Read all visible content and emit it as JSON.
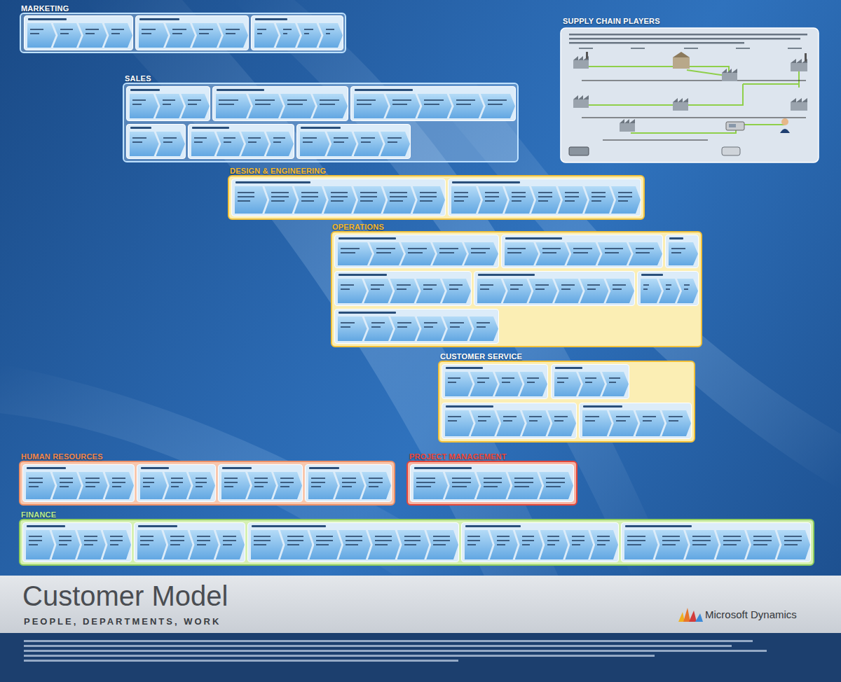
{
  "diagram": {
    "title": "Customer Model",
    "caption": "PEOPLE, DEPARTMENTS, WORK",
    "nodes": [
      {
        "text": [
          "MARKETING"
        ]
      },
      {
        "text": [
          "SALES"
        ]
      },
      {
        "text": [
          "DESIGN & ENGINEERING"
        ]
      },
      {
        "text": [
          "OPERATIONS"
        ]
      },
      {
        "text": [
          "CUSTOMER SERVICE"
        ]
      },
      {
        "text": [
          "HUMAN RESOURCES"
        ]
      },
      {
        "text": [
          "PROJECT MANAGEMENT"
        ]
      },
      {
        "text": [
          "FINANCE"
        ]
      },
      {
        "text": [
          "SUPPLY CHAIN PLAYERS"
        ]
      }
    ],
    "labels": [
      "Microsoft Dynamics"
    ]
  }
}
